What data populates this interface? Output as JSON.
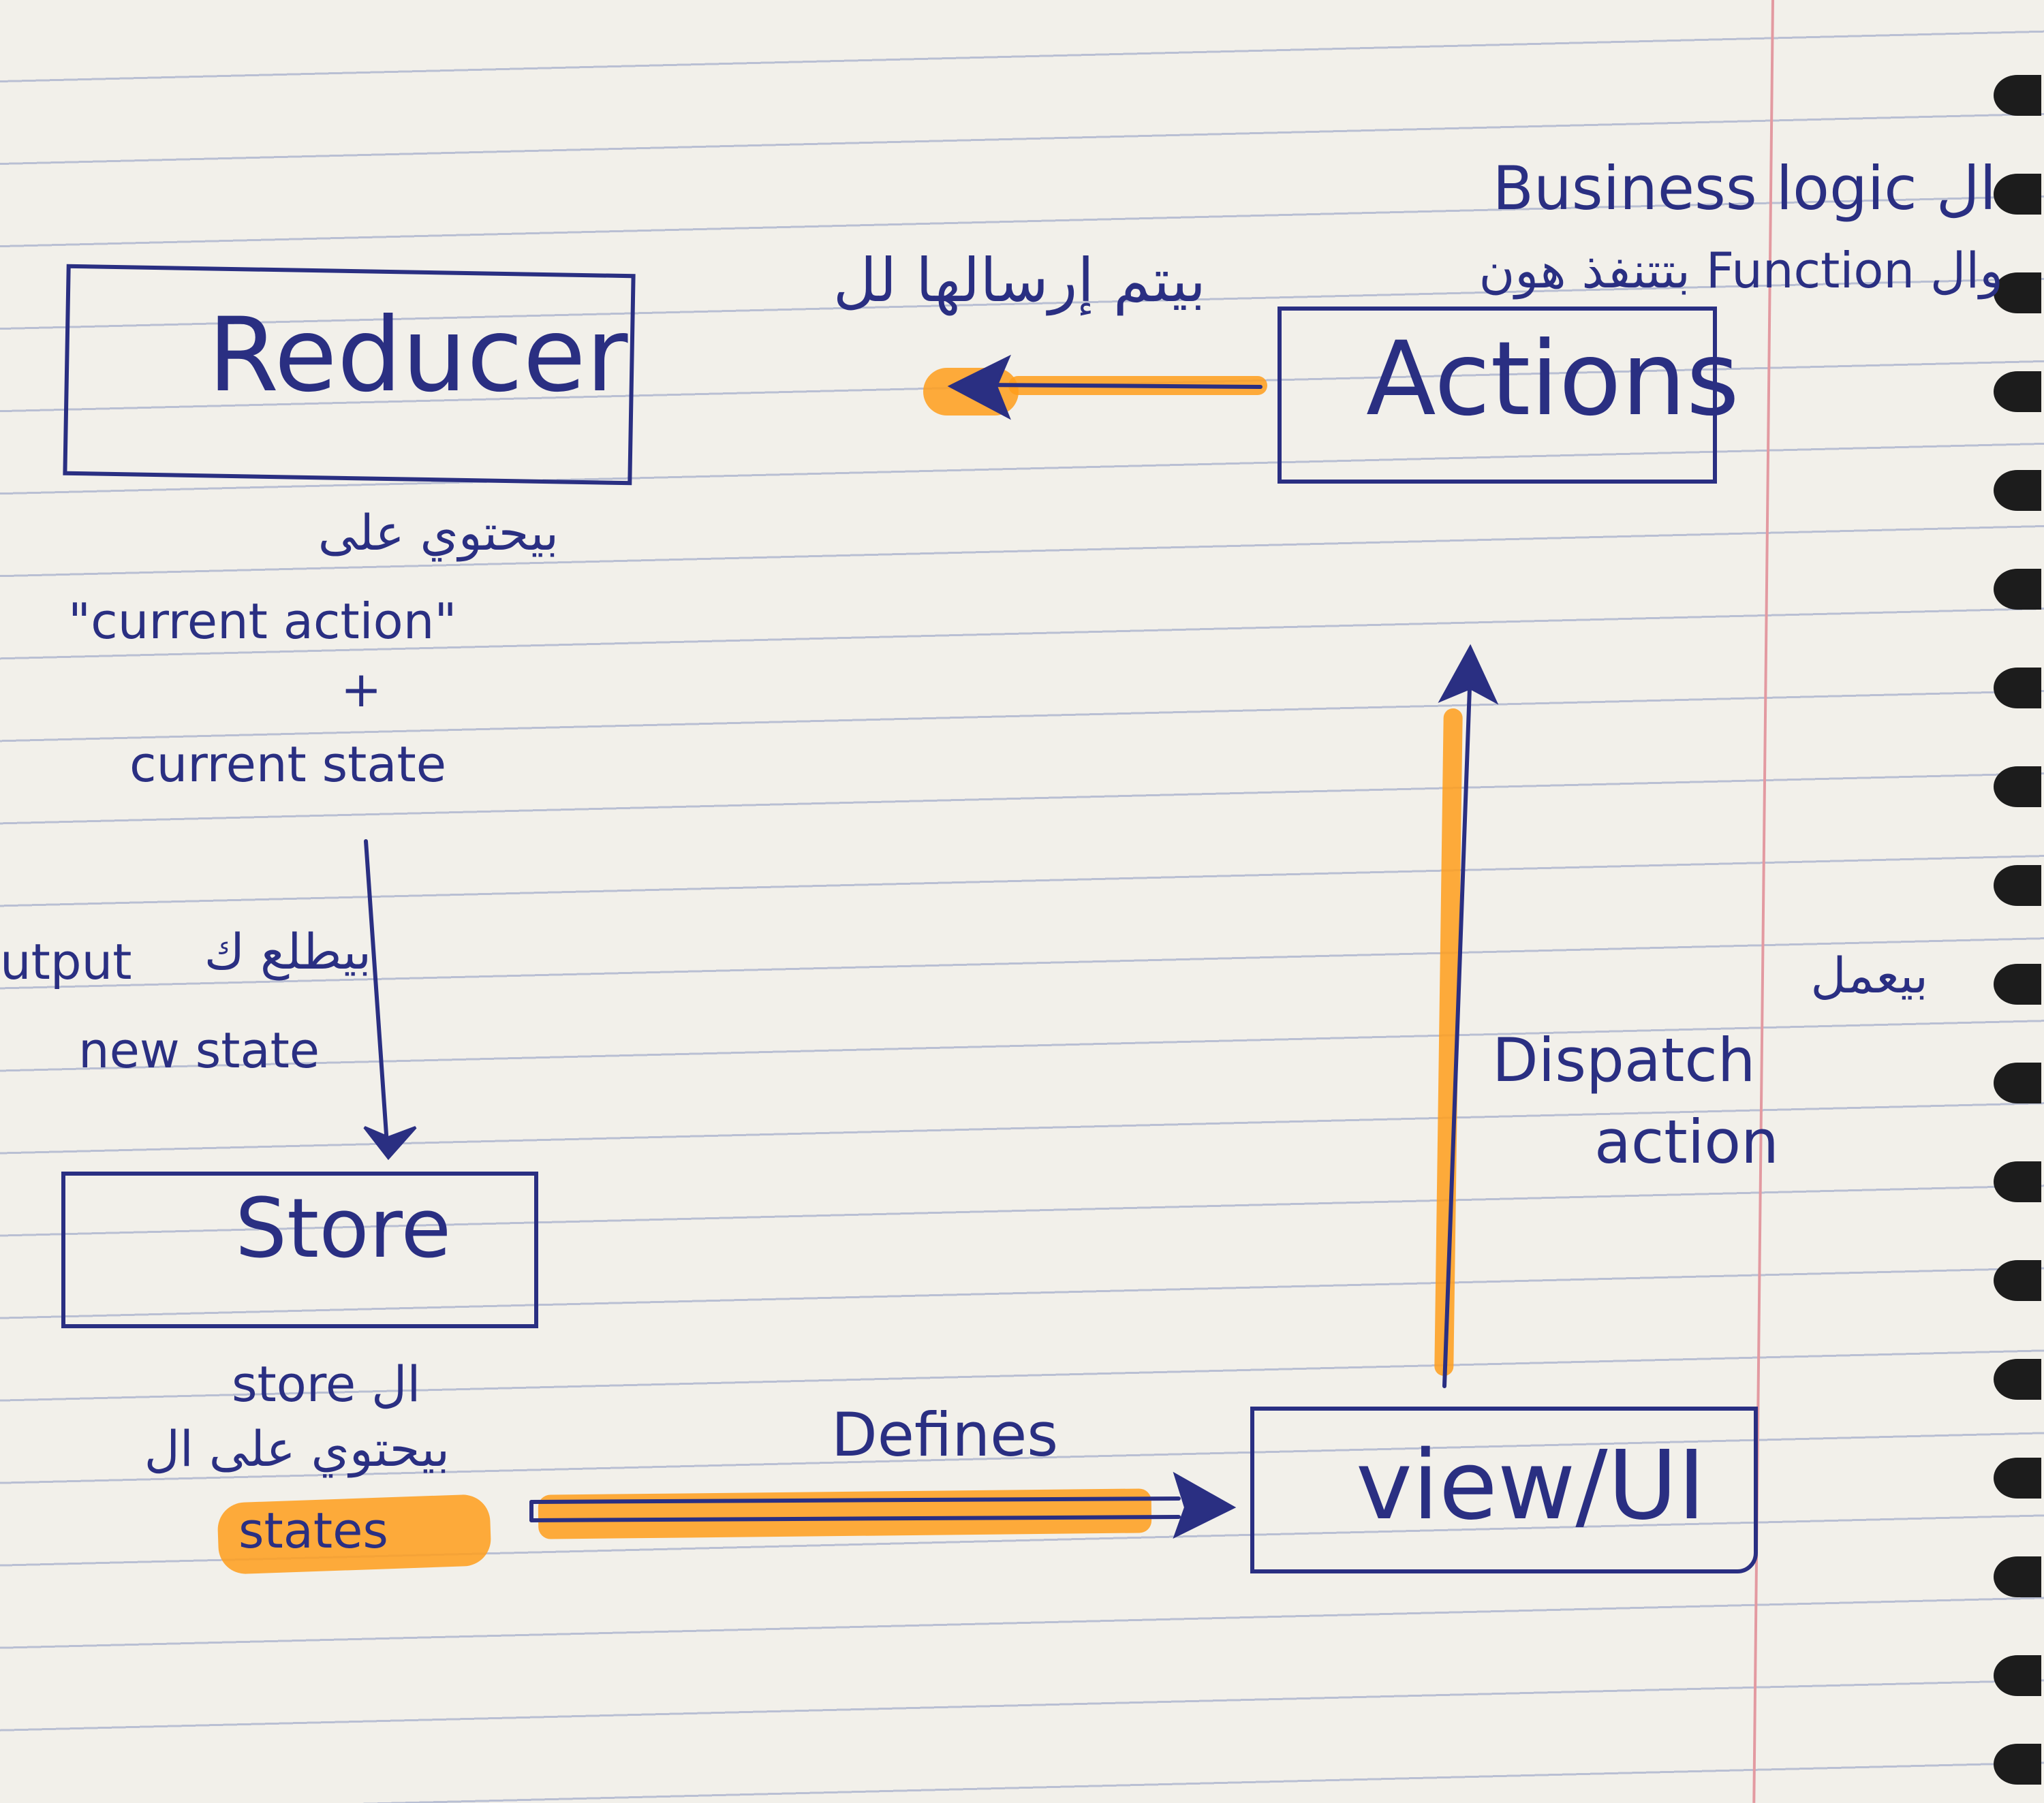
{
  "diagram": {
    "nodes": {
      "reducer": "Reducer",
      "actions": "Actions",
      "store": "Store",
      "view": "view/UI"
    },
    "annotations": {
      "business_logic_line1": "Business logic ال",
      "business_logic_line2": "وال Function بتتنفذ هون",
      "send_to": "بيتم إرسالها لل",
      "reducer_contains": "بيحتوي على",
      "current_action": "\"current action\"",
      "plus": "+",
      "current_state": "current state",
      "output_prefix": "utput",
      "output_arabic": "بيطلع ك",
      "new_state": "new state",
      "store_al": "store ال",
      "store_contains": "بيحتوي على ال",
      "states": "states",
      "defines": "Defines",
      "does": "بيعمل",
      "dispatch": "Dispatch",
      "action": "action"
    },
    "colors": {
      "ink": "#2a2f82",
      "highlight": "#ff9e1b",
      "margin": "#e39aa1",
      "ruling": "#b9bfd3"
    }
  }
}
